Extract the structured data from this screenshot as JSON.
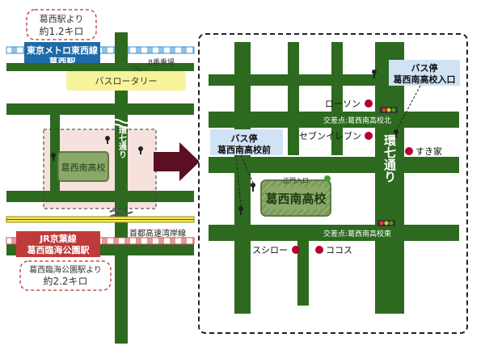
{
  "overview": {
    "kasai_distance": [
      "葛西駅より",
      "約1.2キロ"
    ],
    "tozai_line": [
      "東京メトロ東西線",
      "葛西駅"
    ],
    "platform_no": "8番乗場",
    "bus_rotary": "バスロータリー",
    "school": "葛西南高校",
    "kan7": "環七通り",
    "expressway": "首都高速湾岸線",
    "keiyo_line": [
      "JR京葉線",
      "葛西臨海公園駅"
    ],
    "rinkai_distance": [
      "葛西臨海公園駅より",
      "約2.2キロ"
    ]
  },
  "detail": {
    "bus_stop_north": [
      "バス停",
      "葛西南高校入口"
    ],
    "bus_stop_west": [
      "バス停",
      "葛西南高校前"
    ],
    "lawson": "ローソン",
    "intersection_north": "交差点:葛西南高校北",
    "seven_eleven": "セブンイレブン",
    "sukiya": "すき家",
    "main_gate": "正門入口",
    "school": "葛西南高校",
    "kan7": "環七通り",
    "intersection_east": "交差点:葛西南高校東",
    "sushiro": "スシロー",
    "cocos": "ココス"
  },
  "colors": {
    "road": "#2d6a1f",
    "school_green": "#8aa86a",
    "tozai_blue": "#1f6aa8",
    "keiyo_red": "#c03a3a",
    "bus_rotary": "#f6f39a",
    "bus_stop_label": "#cfe3f5",
    "landmark": "#b3002d",
    "arrow": "#5a0f22"
  }
}
